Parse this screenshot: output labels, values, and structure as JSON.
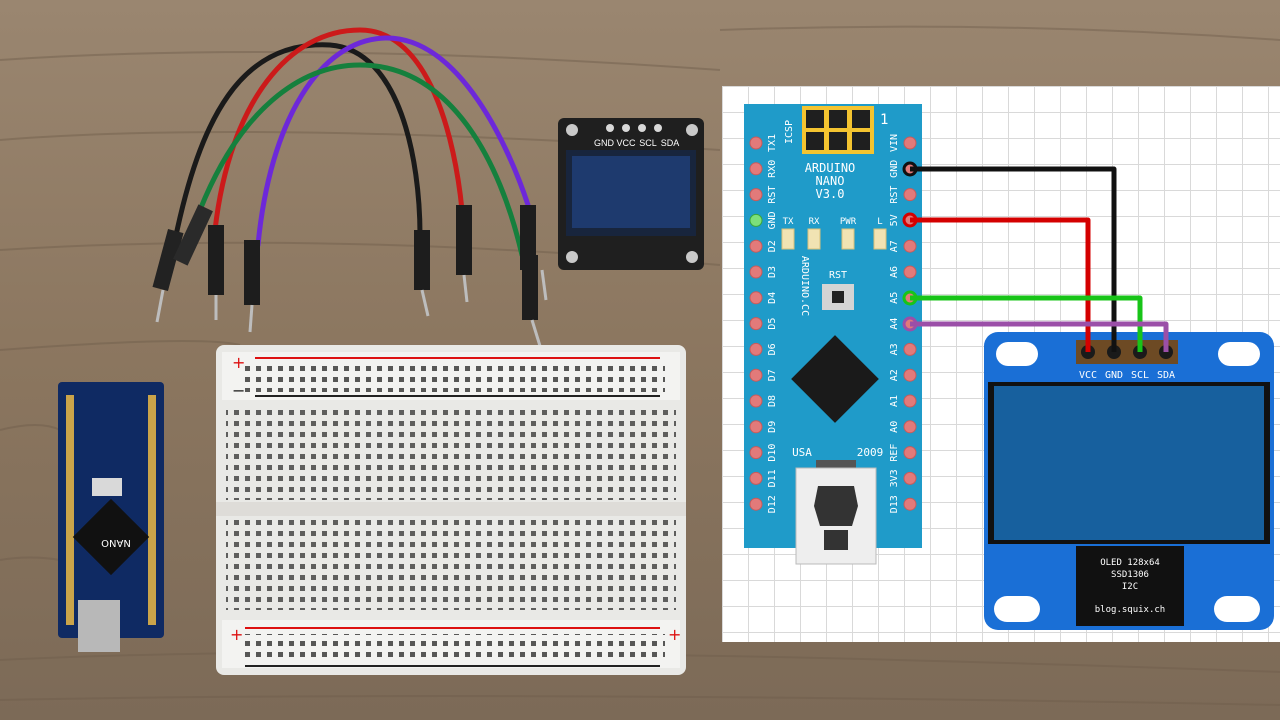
{
  "photo": {
    "oled_pins": [
      "GND",
      "VCC",
      "SCL",
      "SDA"
    ],
    "nano_silk": "NANO",
    "breadboard_plus": "+",
    "breadboard_minus": "−"
  },
  "schematic": {
    "icsp_label": "ICSP",
    "icsp_pin1": "1",
    "board_title_1": "ARDUINO",
    "board_title_2": "NANO",
    "board_title_3": "V3.0",
    "board_vertical": "ARDUINO.CC",
    "led_labels": [
      "TX",
      "RX",
      "PWR",
      "L"
    ],
    "rst_button": "RST",
    "usa": "USA",
    "year": "2009",
    "left_pins": [
      "TX1",
      "RX0",
      "RST",
      "GND",
      "D2",
      "D3",
      "D4",
      "D5",
      "D6",
      "D7",
      "D8",
      "D9",
      "D10",
      "D11",
      "D12"
    ],
    "right_pins": [
      "VIN",
      "GND",
      "RST",
      "5V",
      "A7",
      "A6",
      "A5",
      "A4",
      "A3",
      "A2",
      "A1",
      "A0",
      "REF",
      "3V3",
      "D13"
    ],
    "oled_header": [
      "VCC",
      "GND",
      "SCL",
      "SDA"
    ],
    "oled_chip_lines": [
      "OLED 128x64",
      "SSD1306",
      "I2C"
    ],
    "oled_credit": "blog.squix.ch",
    "wire_colors": {
      "gnd": "#111111",
      "vcc": "#d40000",
      "scl": "#18c418",
      "sda": "#9b4fa8"
    }
  }
}
